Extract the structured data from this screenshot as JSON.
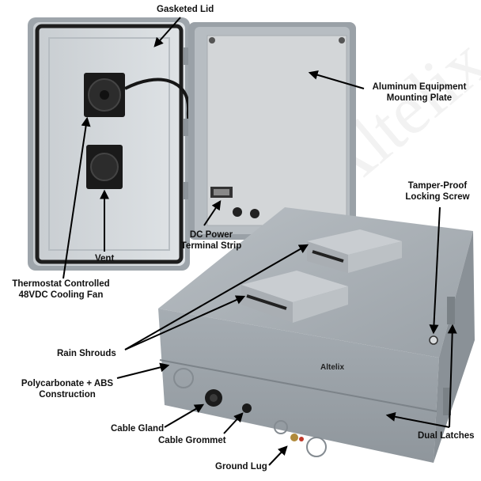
{
  "labels": {
    "gasketed_lid": "Gasketed Lid",
    "mounting_plate": "Aluminum Equipment\nMounting Plate",
    "tamper_screw": "Tamper-Proof\nLocking Screw",
    "terminal_strip": "DC Power\nTerminal Strip",
    "vent": "Vent",
    "cooling_fan": "Thermostat Controlled\n48VDC Cooling Fan",
    "rain_shrouds": "Rain Shrouds",
    "construction": "Polycarbonate + ABS\nConstruction",
    "cable_gland": "Cable Gland",
    "cable_grommet": "Cable Grommet",
    "ground_lug": "Ground Lug",
    "dual_latches": "Dual Latches"
  },
  "brand": {
    "logo_text": "Altelix",
    "watermark_text": "Altelix"
  },
  "colors": {
    "enclosure_gray": "#a9b0b6",
    "enclosure_shadow": "#8a9197",
    "plate_silver": "#d3d6d8",
    "fan_black": "#1a1a1a",
    "arrow_black": "#000000"
  }
}
